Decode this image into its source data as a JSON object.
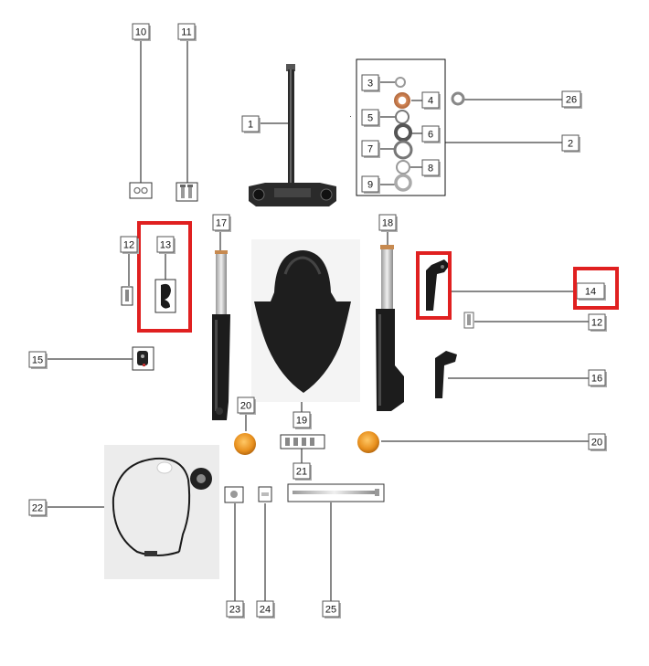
{
  "diagram": {
    "callouts": [
      {
        "id": "c10",
        "label": "10"
      },
      {
        "id": "c11",
        "label": "11"
      },
      {
        "id": "c1",
        "label": "1"
      },
      {
        "id": "c3",
        "label": "3"
      },
      {
        "id": "c4",
        "label": "4"
      },
      {
        "id": "c26",
        "label": "26"
      },
      {
        "id": "c5",
        "label": "5"
      },
      {
        "id": "c6",
        "label": "6"
      },
      {
        "id": "c2",
        "label": "2"
      },
      {
        "id": "c7",
        "label": "7"
      },
      {
        "id": "c8",
        "label": "8"
      },
      {
        "id": "c9",
        "label": "9"
      },
      {
        "id": "c17",
        "label": "17"
      },
      {
        "id": "c18",
        "label": "18"
      },
      {
        "id": "c12a",
        "label": "12"
      },
      {
        "id": "c13",
        "label": "13"
      },
      {
        "id": "c14",
        "label": "14"
      },
      {
        "id": "c12b",
        "label": "12"
      },
      {
        "id": "c15",
        "label": "15"
      },
      {
        "id": "c16",
        "label": "16"
      },
      {
        "id": "c20a",
        "label": "20"
      },
      {
        "id": "c19",
        "label": "19"
      },
      {
        "id": "c20b",
        "label": "20"
      },
      {
        "id": "c21",
        "label": "21"
      },
      {
        "id": "c22",
        "label": "22"
      },
      {
        "id": "c23",
        "label": "23"
      },
      {
        "id": "c24",
        "label": "24"
      },
      {
        "id": "c25",
        "label": "25"
      }
    ],
    "colors": {
      "highlight": "#e02020",
      "part_dark": "#222222",
      "part_silver": "#b8b8b8",
      "reflector": "#e89a2a",
      "line": "#111111"
    }
  }
}
